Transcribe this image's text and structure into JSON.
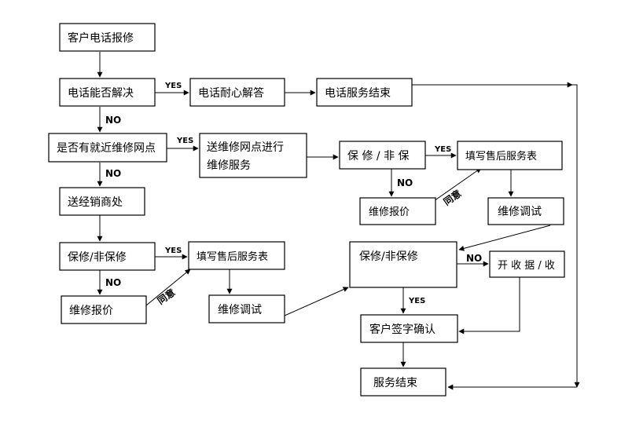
{
  "nodes": {
    "report": "客户电话报修",
    "phone_solve": "电话能否解决",
    "patient_answer": "电话耐心解答",
    "phone_service_end": "电话服务结束",
    "near_point": "是否有就近维修网点",
    "send_point_line1": "送维修网点进行",
    "send_point_line2": "维修服务",
    "warranty_top": "保 修 / 非 保",
    "fill_form_top": "填写售后服务表",
    "quote_top": "维修报价",
    "debug_top": "维修调试",
    "send_dealer": "送经销商处",
    "warranty_left": "保修/非保修",
    "fill_form_left": "填写售后服务表",
    "quote_left": "维修报价",
    "debug_left": "维修调试",
    "warranty_mid": "保修/非保修",
    "receipt": "开 收 据 / 收",
    "sign": "客户签字确认",
    "end": "服务结束"
  },
  "labels": {
    "yes": "YES",
    "no": "NO",
    "agree": "同意"
  }
}
